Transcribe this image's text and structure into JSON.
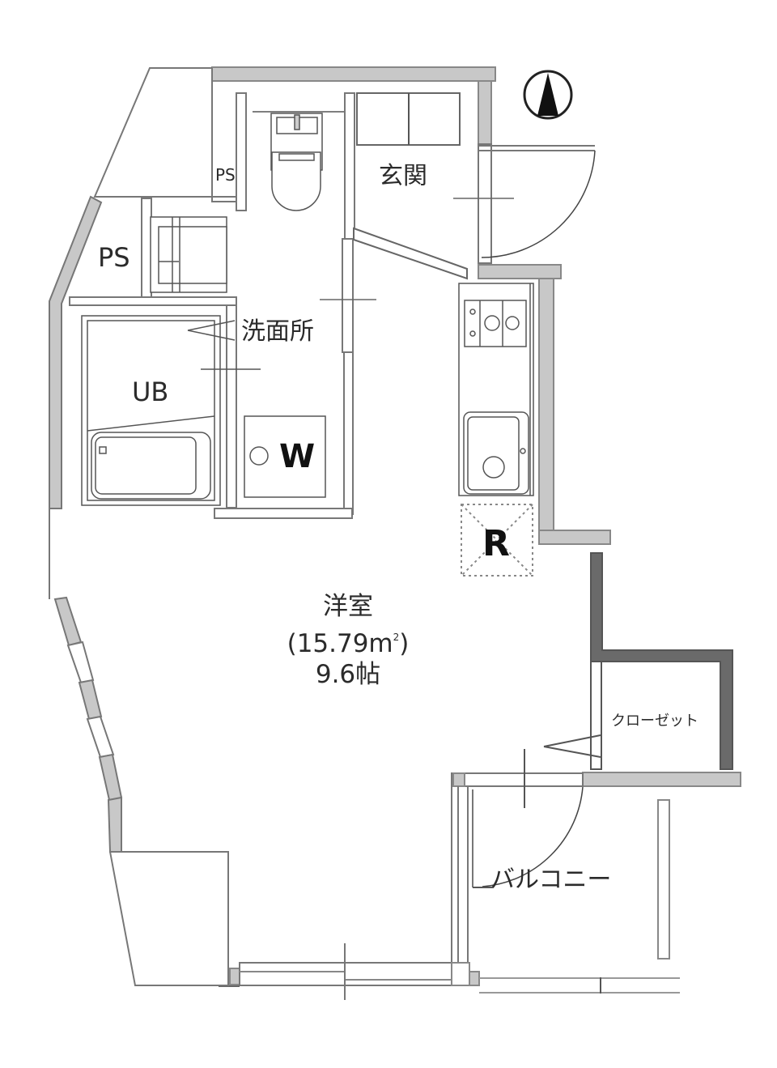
{
  "floor_plan": {
    "rooms": {
      "genkan": "玄関",
      "senmenjo": "洗面所",
      "unit_bath": "UB",
      "ps_upper": "PS",
      "ps_lower": "PS",
      "washer": "W",
      "refrigerator": "R",
      "closet": "クローゼット",
      "balcony": "バルコニー",
      "western_room": {
        "name": "洋室",
        "area_prefix": "(15.79m",
        "area_unit_sup": "2",
        "area_suffix": ")",
        "tatami": "9.6帖"
      }
    },
    "compass": "north-arrow",
    "colors": {
      "wall_fill": "#c8c8c8",
      "wall_stroke": "#777777",
      "dark_wall": "#6a6a6a",
      "line": "#555555",
      "text": "#2b2b2b"
    }
  }
}
